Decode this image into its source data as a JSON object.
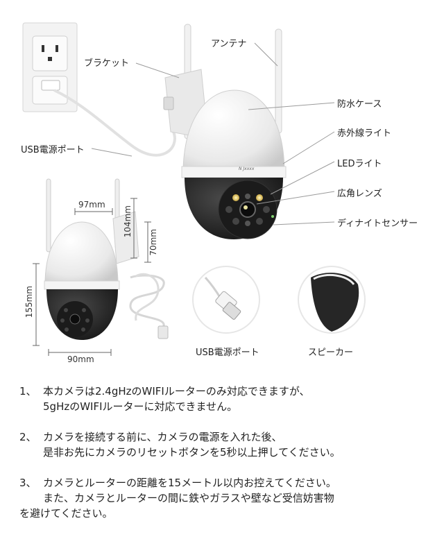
{
  "labels": {
    "antenna": "アンテナ",
    "bracket": "ブラケット",
    "waterproof": "防水ケース",
    "usb_port": "USB電源ポート",
    "infrared": "赤外線ライト",
    "led": "LEDライト",
    "wide_lens": "広角レンズ",
    "day_night": "ディナイトセンサー",
    "usb_port_detail": "USB電源ポート",
    "speaker": "スピーカー",
    "brand": "N Jxxxx"
  },
  "dimensions": {
    "width_top": "97mm",
    "depth": "104mm",
    "bracket_h": "70mm",
    "height": "155mm",
    "width_bottom": "90mm"
  },
  "notes": [
    {
      "num": "1、",
      "line1": "本カメラは2.4gHzのWIFIルーターのみ対応できますが、",
      "line2": "5gHzのWIFIルーターに対応できません。",
      "line3": ""
    },
    {
      "num": "2、",
      "line1": "カメラを接続する前に、カメラの電源を入れた後、",
      "line2": "是非お先にカメラのリセットボタンを5秒以上押してください。",
      "line3": ""
    },
    {
      "num": "3、",
      "line1": "カメラとルーターの距離を15メートル以内お控えてください。",
      "line2": "また、カメラとルーターの間に鉄やガラスや壁など受信妨害物",
      "line3": "を避けてください。"
    }
  ]
}
